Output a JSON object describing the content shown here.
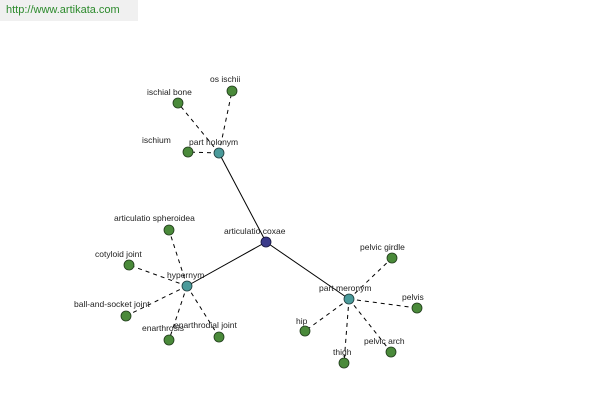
{
  "watermark": "http://www.artikata.com",
  "graph": {
    "root": {
      "label": "articulatio coxae"
    },
    "relations": [
      {
        "key": "holonym",
        "label": "part holonym"
      },
      {
        "key": "hypernym",
        "label": "hypernym"
      },
      {
        "key": "meronym",
        "label": "part meronym"
      }
    ],
    "leaves": {
      "holonym": [
        {
          "label": "ischial bone"
        },
        {
          "label": "os ischii"
        },
        {
          "label": "ischium"
        }
      ],
      "hypernym": [
        {
          "label": "articulatio spheroidea"
        },
        {
          "label": "cotyloid joint"
        },
        {
          "label": "ball-and-socket joint"
        },
        {
          "label": "enarthrosis"
        },
        {
          "label": "enarthrodial joint"
        }
      ],
      "meronym": [
        {
          "label": "pelvic girdle"
        },
        {
          "label": "pelvis"
        },
        {
          "label": "hip"
        },
        {
          "label": "thigh"
        },
        {
          "label": "pelvic arch"
        }
      ]
    },
    "colors": {
      "root": "#3a3a8a",
      "relation": "#4a9a9a",
      "leaf": "#4a8a3a",
      "edge": "#000000",
      "watermark": "#2c8a2c"
    }
  }
}
